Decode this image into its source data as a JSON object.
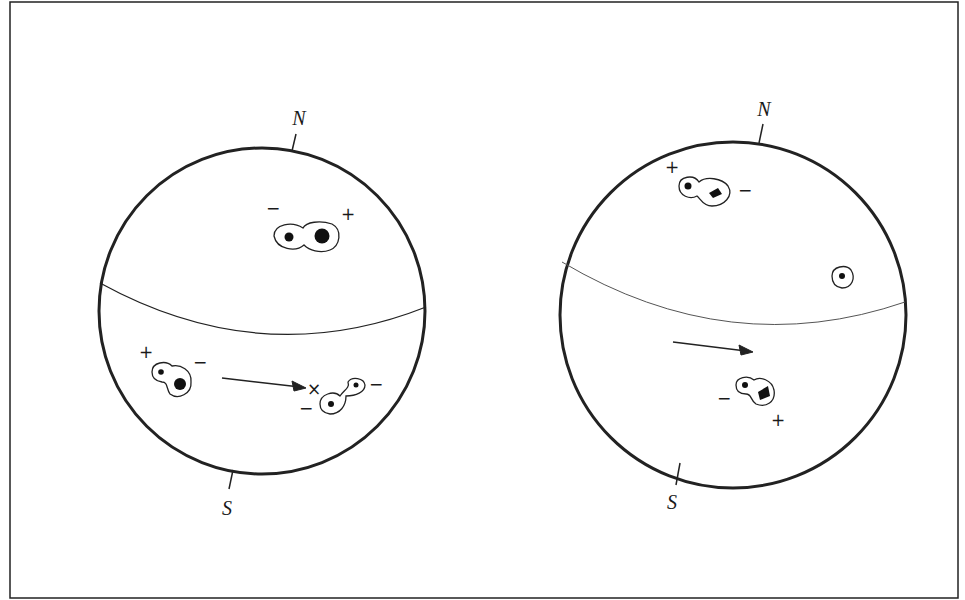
{
  "diagram": {
    "labels": [
      "N",
      "−",
      "+",
      "+",
      "−",
      "×",
      "−",
      "−",
      "S",
      "N",
      "+",
      "−",
      "−",
      "+",
      "S"
    ]
  }
}
